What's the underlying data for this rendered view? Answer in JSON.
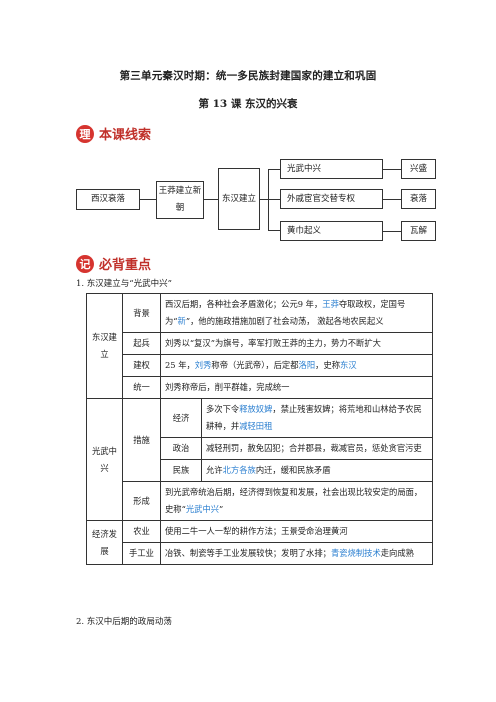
{
  "header": {
    "unit_title": "第三单元秦汉时期：统一多民族封建国家的建立和巩固",
    "lesson_title": "第 13 课  东汉的兴衰"
  },
  "section_flow": {
    "icon_char": "理",
    "title": "本课线索"
  },
  "flow": {
    "start": "西汉衰落",
    "mid": "王莽建立新朝",
    "hub": "东汉建立",
    "branches": [
      {
        "event": "光武中兴",
        "result": "兴盛"
      },
      {
        "event": "外戚宦官交替专权",
        "result": "衰落"
      },
      {
        "event": "黄巾起义",
        "result": "瓦解"
      }
    ]
  },
  "section_key": {
    "icon_char": "记",
    "title": "必背重点"
  },
  "point1_title": "1. 东汉建立与“光武中兴”",
  "table": {
    "g1": "东汉建立",
    "g1_rows": [
      {
        "label": "背景",
        "pre": "西汉后期，各种社会矛盾激化；公元9 年，",
        "hl1": "王莽",
        "mid": "夺取政权，定国号为“",
        "hl2": "新",
        "post": "”，他的施政措施加剧了社会动荡，  激起各地农民起义"
      },
      {
        "label": "起兵",
        "text": "刘秀以“复汉”为旗号，率军打败王莽的主力，势力不断扩大"
      },
      {
        "label": "建权",
        "pre": "25  年，",
        "hl1": "刘秀",
        "mid": "称帝（光武帝），后定都",
        "hl2": "洛阳",
        "mid2": "，史称",
        "hl3": "东汉"
      },
      {
        "label": "统一",
        "text": "刘秀称帝后，削平群雄，完成统一"
      }
    ],
    "g2": "光武中兴",
    "g2_measures_label": "措施",
    "g2_measures": [
      {
        "label": "经济",
        "pre": "多次下令",
        "hl1": "释放奴婢",
        "mid": "，禁止残害奴婢；将荒地和山林给予农民耕种，并",
        "hl2": "减轻田租"
      },
      {
        "label": "政治",
        "text": "减轻刑罚，赦免囚犯；合并郡县，裁减官员，惩处贪官污吏"
      },
      {
        "label": "民族",
        "pre": "允许",
        "hl1": "北方各族",
        "post": "内迁，缓和民族矛盾"
      }
    ],
    "g2_effect_label": "形成",
    "g2_effect": {
      "pre": "到光武帝统治后期，经济得到恢复和发展，社会出现比较安定的局面，史称“",
      "hl1": "光武中兴",
      "post": "”"
    },
    "g3": "经济发展",
    "g3_rows": [
      {
        "label": "农业",
        "text": "使用二牛一人一犁的耕作方法；王景受命治理黄河"
      },
      {
        "label": "手工业",
        "pre": "冶铁、制瓷等手工业发展较快；发明了水排；",
        "hl1": "青瓷烧制技术",
        "post": "走向成熟"
      }
    ]
  },
  "point2_title": "2. 东汉中后期的政局动荡"
}
